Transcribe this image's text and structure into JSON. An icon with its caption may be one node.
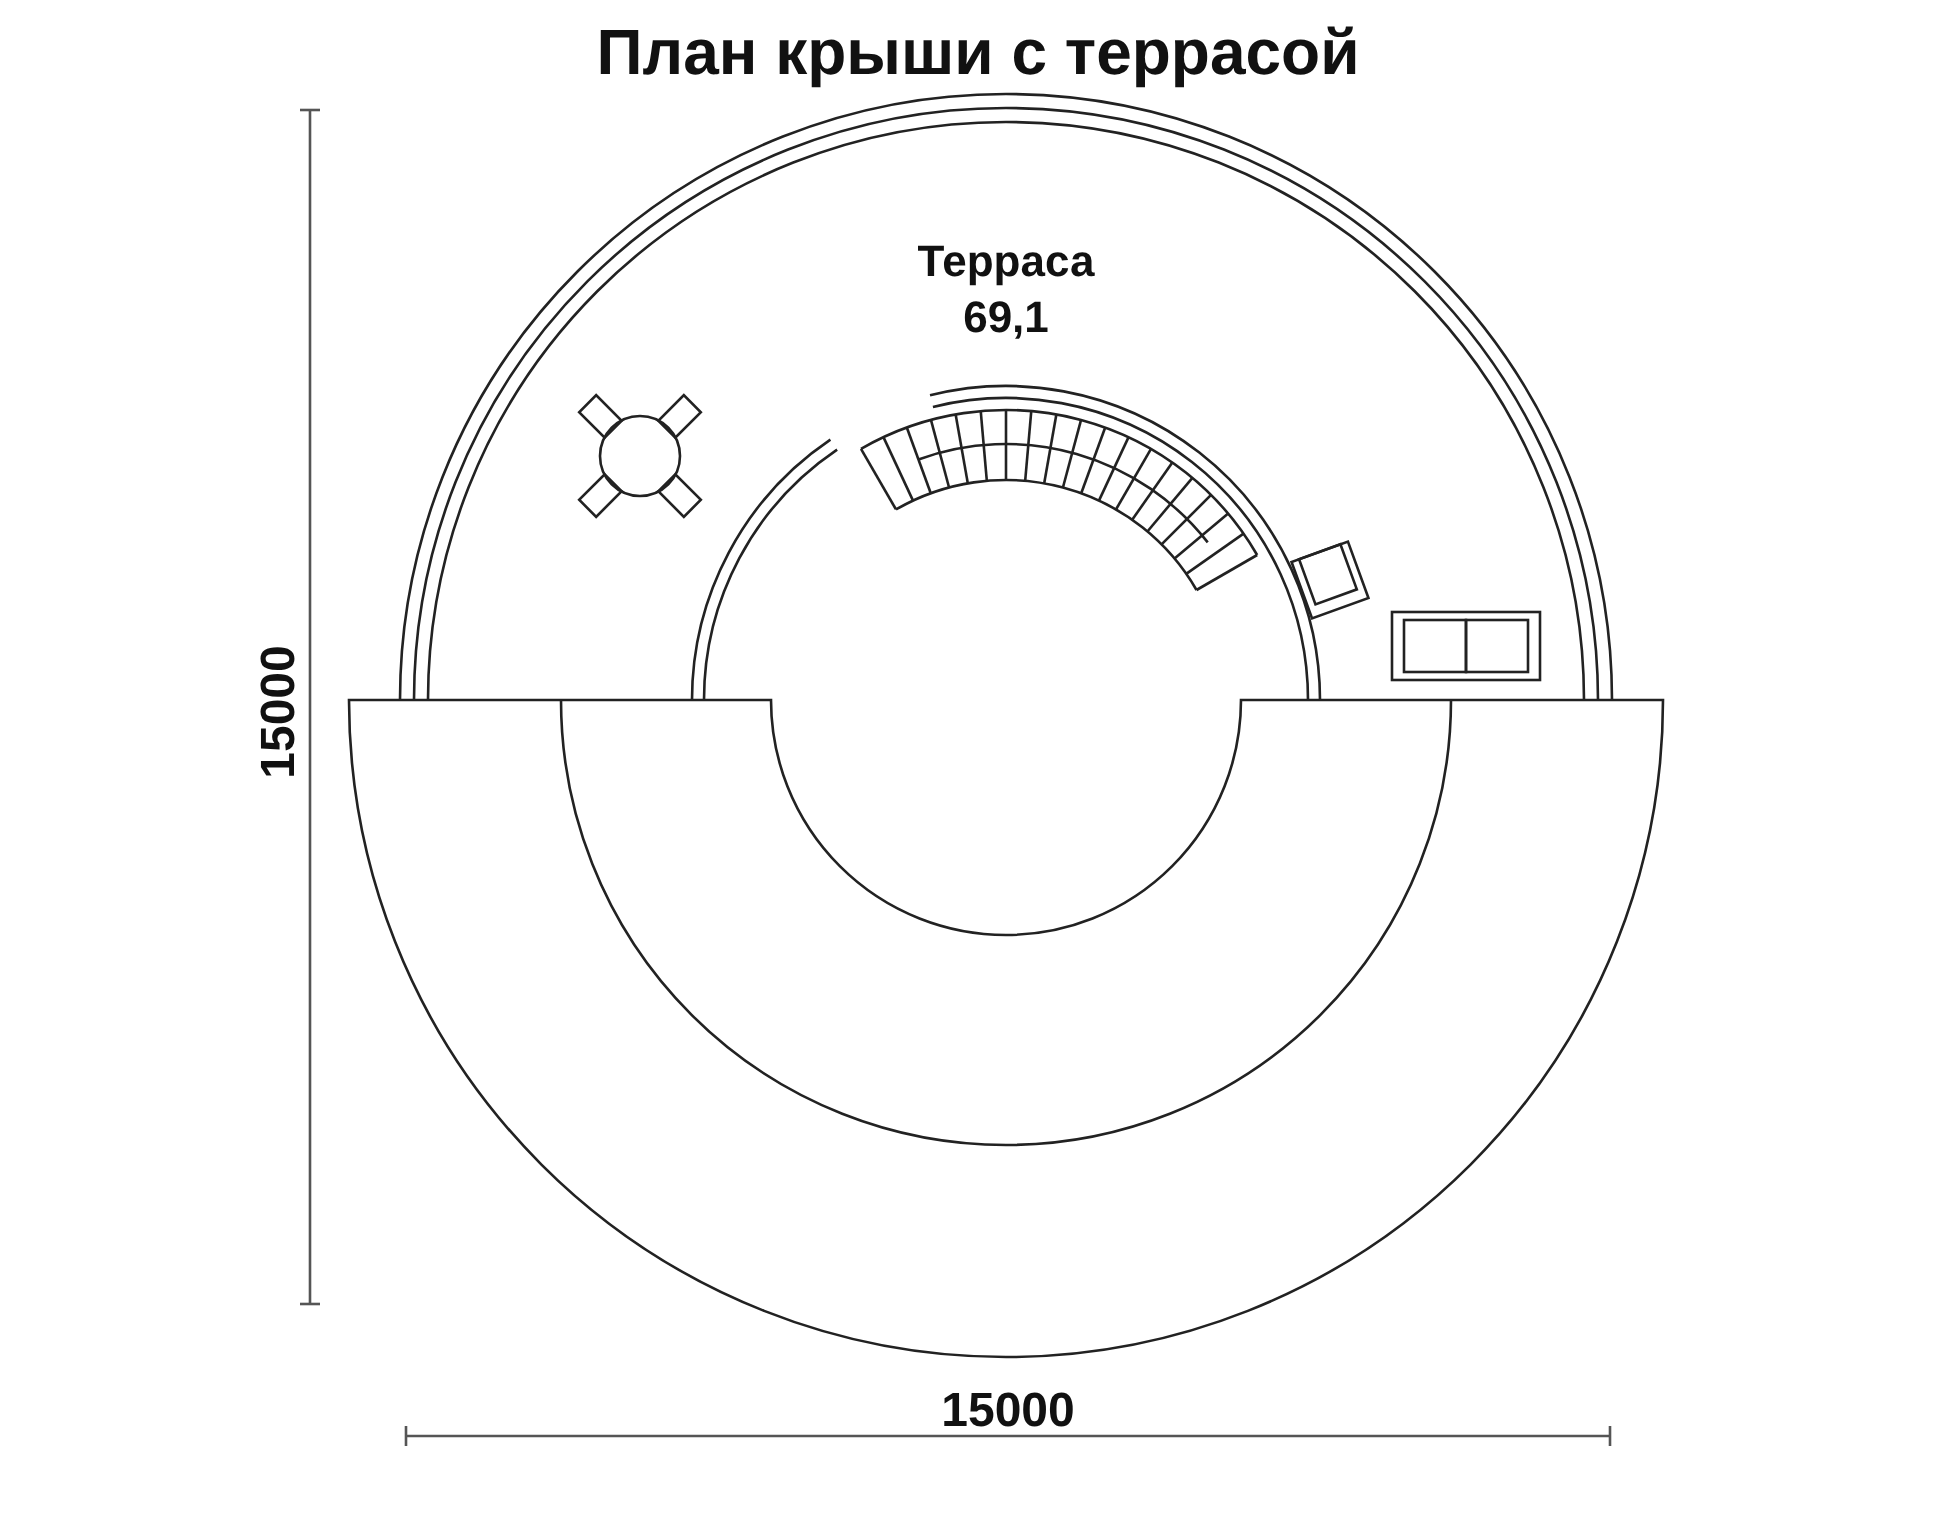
{
  "diagram": {
    "title": "План крыши с террасой",
    "nodes": [
      {
        "text": [
          "Терраса",
          "69,1"
        ]
      }
    ],
    "edges": [],
    "labels": [
      "15000",
      "15000"
    ]
  }
}
